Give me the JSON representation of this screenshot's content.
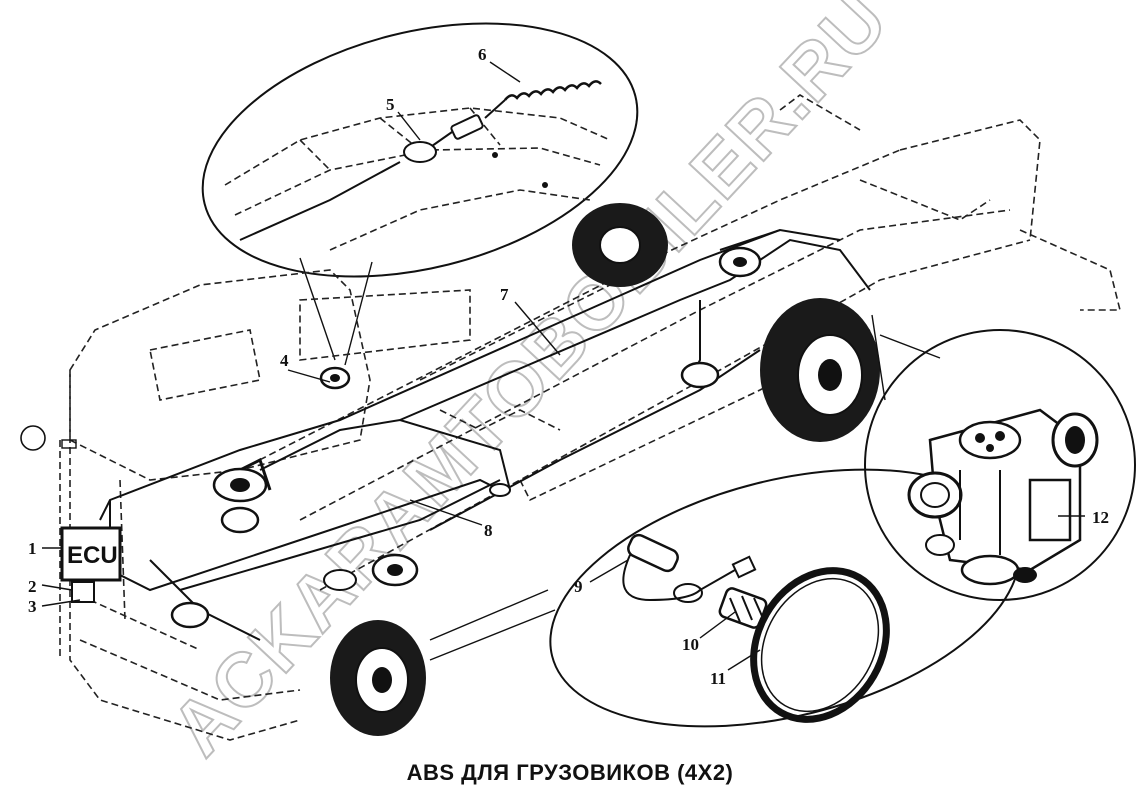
{
  "diagram": {
    "caption": "ABS ДЛЯ ГРУЗОВИКОВ (4X2)",
    "ecu_label": "ECU",
    "watermark": "ACKARAMTOBOBILER.RU",
    "callouts": [
      {
        "id": "1",
        "label": "1"
      },
      {
        "id": "2",
        "label": "2"
      },
      {
        "id": "3",
        "label": "3"
      },
      {
        "id": "4",
        "label": "4"
      },
      {
        "id": "5",
        "label": "5"
      },
      {
        "id": "6",
        "label": "6"
      },
      {
        "id": "7",
        "label": "7"
      },
      {
        "id": "8",
        "label": "8"
      },
      {
        "id": "9",
        "label": "9"
      },
      {
        "id": "10",
        "label": "10"
      },
      {
        "id": "11",
        "label": "11"
      },
      {
        "id": "12",
        "label": "12"
      }
    ]
  }
}
